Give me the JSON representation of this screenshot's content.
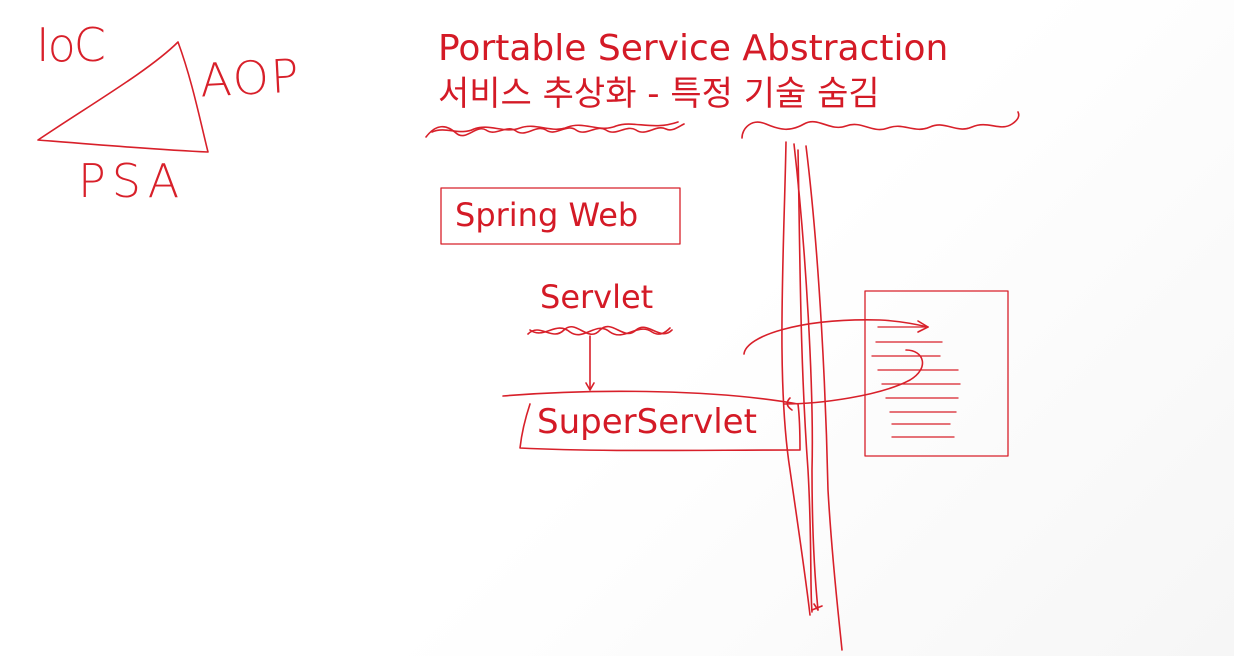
{
  "colors": {
    "ink": "#d8202a",
    "text": "#d41a26",
    "background": "#ffffff"
  },
  "sketch": {
    "ioc_label": "IoC",
    "aop_label": "AOP",
    "psa_label": "PSA"
  },
  "heading": {
    "line1": "Portable Service Abstraction",
    "line2": "서비스 추상화 - 특정 기술 숨김"
  },
  "diagram": {
    "spring_web_label": "Spring Web",
    "servlet_label": "Servlet",
    "super_servlet_label": "SuperServlet"
  }
}
